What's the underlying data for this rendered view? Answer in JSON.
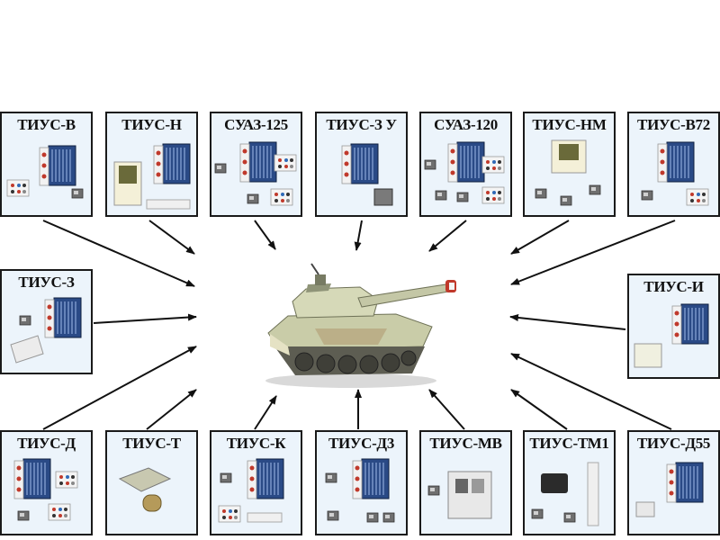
{
  "center": {
    "icon": "tank-icon"
  },
  "colors": {
    "card_bg": "#ecf4fb",
    "arrow": "#111111",
    "module_blue": "#2a4a86"
  },
  "modules": [
    {
      "id": "tius-v",
      "label": "ТИУС-В"
    },
    {
      "id": "tius-n",
      "label": "ТИУС-Н"
    },
    {
      "id": "suaz-125",
      "label": "СУАЗ-125"
    },
    {
      "id": "tius-zu",
      "label": "ТИУС-З У"
    },
    {
      "id": "suaz-120",
      "label": "СУАЗ-120"
    },
    {
      "id": "tius-nm",
      "label": "ТИУС-НМ"
    },
    {
      "id": "tius-v72",
      "label": "ТИУС-В72"
    },
    {
      "id": "tius-z",
      "label": "ТИУС-З"
    },
    {
      "id": "tius-i",
      "label": "ТИУС-И"
    },
    {
      "id": "tius-d",
      "label": "ТИУС-Д"
    },
    {
      "id": "tius-t",
      "label": "ТИУС-Т"
    },
    {
      "id": "tius-k",
      "label": "ТИУС-К"
    },
    {
      "id": "tius-d3",
      "label": "ТИУС-Д3"
    },
    {
      "id": "tius-mv",
      "label": "ТИУС-МВ"
    },
    {
      "id": "tius-tm1",
      "label": "ТИУС-ТМ1"
    },
    {
      "id": "tius-d55",
      "label": "ТИУС-Д55"
    }
  ]
}
